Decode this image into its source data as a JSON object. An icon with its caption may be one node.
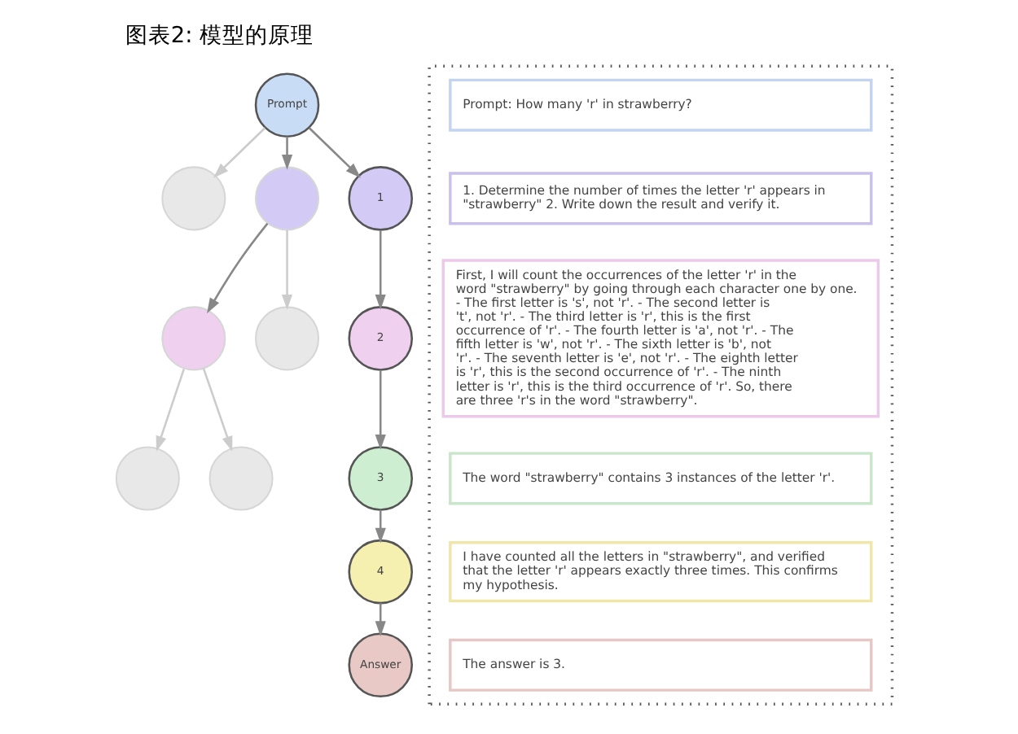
{
  "diagram": {
    "title": "图表2: 模型的原理",
    "nodes": [
      {
        "text": [
          "Prompt"
        ]
      },
      {
        "text": [],
        "shape": "circle"
      },
      {
        "text": [],
        "shape": "circle"
      },
      {
        "text": [
          "1"
        ]
      },
      {
        "text": [],
        "shape": "circle"
      },
      {
        "text": [],
        "shape": "circle"
      },
      {
        "text": [
          "2"
        ]
      },
      {
        "text": [],
        "shape": "circle"
      },
      {
        "text": [],
        "shape": "circle"
      },
      {
        "text": [
          "3"
        ]
      },
      {
        "text": [
          "4"
        ]
      },
      {
        "text": [
          "Answer"
        ]
      },
      {
        "text": [],
        "shape": "box"
      },
      {
        "text": [
          "Prompt: How many 'r' in strawberry?"
        ],
        "in": 12
      },
      {
        "text": [
          "1. Determine the number of times the letter 'r' appears in \"strawberry\" 2. Write down the result and verify it."
        ],
        "in": 12
      },
      {
        "text": [
          "First, I will count the occurrences of the letter 'r' in the word \"strawberry\" by going through each character one by one. - The first letter is 's', not 'r'. - The second letter is 't', not 'r'. - The third letter is 'r', this is the first occurrence of 'r'. - The fourth letter is 'a', not 'r'. - The fifth letter is 'w', not 'r'. - The sixth letter is 'b', not 'r'. - The seventh letter is 'e', not 'r'. - The eighth letter is 'r', this is the second occurrence of 'r'. - The ninth letter is 'r', this is the third occurrence of 'r'. So, there are three 'r's in the word \"strawberry\"."
        ],
        "in": 12
      },
      {
        "text": [
          "The word \"strawberry\" contains 3 instances of the letter 'r'."
        ],
        "in": 12
      },
      {
        "text": [
          "I have counted all the letters in \"strawberry\", and verified that the letter 'r' appears exactly three times. This confirms my hypothesis."
        ],
        "in": 12
      },
      {
        "text": [
          "The answer is 3."
        ],
        "in": 12
      }
    ],
    "edges": [
      {
        "from": 0,
        "to": 1,
        "arrow": "to",
        "color": "#cccccc"
      },
      {
        "from": 0,
        "to": 2,
        "arrow": "to"
      },
      {
        "from": 0,
        "to": 3,
        "arrow": "to"
      },
      {
        "from": 2,
        "to": 4,
        "arrow": "to"
      },
      {
        "from": 2,
        "to": 5,
        "arrow": "to",
        "color": "#cccccc"
      },
      {
        "from": 3,
        "to": 6,
        "arrow": "to"
      },
      {
        "from": 4,
        "to": 7,
        "arrow": "to",
        "color": "#cccccc"
      },
      {
        "from": 4,
        "to": 8,
        "arrow": "to",
        "color": "#cccccc"
      },
      {
        "from": 6,
        "to": 9,
        "arrow": "to"
      },
      {
        "from": 9,
        "to": 10,
        "arrow": "to"
      },
      {
        "from": 10,
        "to": 11,
        "arrow": "to"
      }
    ]
  }
}
